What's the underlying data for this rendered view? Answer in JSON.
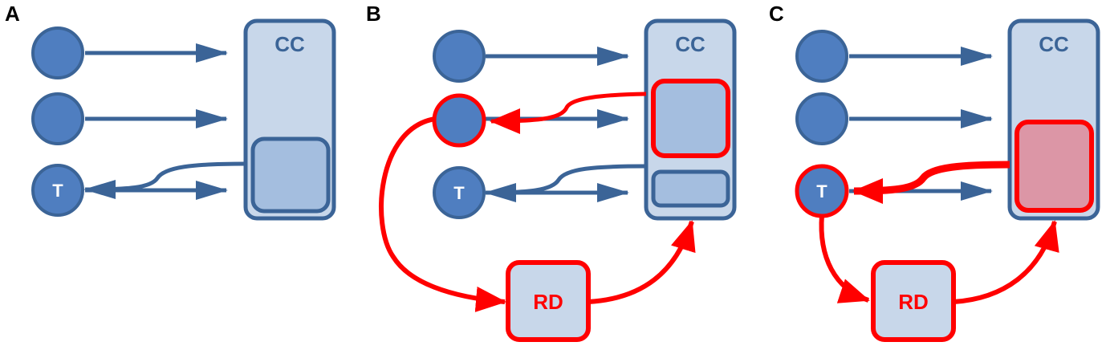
{
  "colors": {
    "node_fill": "#4f7ec0",
    "node_stroke": "#3b6497",
    "box_fill": "#c8d7ea",
    "box_stroke": "#3b6497",
    "inner_fill": "#a4bedf",
    "inner_pink": "#dc96a6",
    "blue_arrow": "#3b6497",
    "red": "#ff0000",
    "cc_text": "#3b6497",
    "rd_text": "#ff0000"
  },
  "panels": [
    {
      "letter": "A",
      "cc_label": "CC",
      "t_label": "T"
    },
    {
      "letter": "B",
      "cc_label": "CC",
      "t_label": "T",
      "rd_label": "RD"
    },
    {
      "letter": "C",
      "cc_label": "CC",
      "t_label": "T",
      "rd_label": "RD"
    }
  ]
}
